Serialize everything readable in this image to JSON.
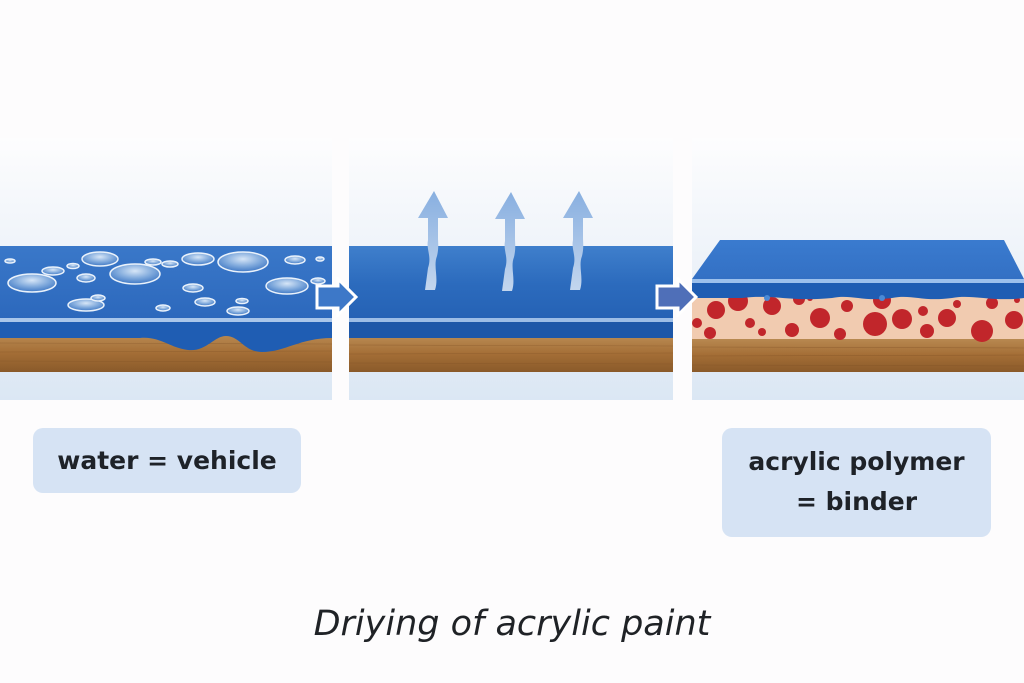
{
  "diagram": {
    "title": "Driying of acrylic paint",
    "stages": [
      {
        "id": "wet",
        "description": "wet paint layer with water droplets on wooden substrate"
      },
      {
        "id": "evaporation",
        "description": "water evaporating upward from paint layer"
      },
      {
        "id": "dry",
        "description": "dried acrylic film over polymer-particle layer on wood"
      }
    ],
    "labels": {
      "vehicle": "water = vehicle",
      "binder_line1": "acrylic polymer",
      "binder_line2": "= binder"
    },
    "colors": {
      "paint_blue": "#2f6fc4",
      "paint_dark": "#1d57a8",
      "wood": "#a8743c",
      "binder_particle": "#c1262b",
      "binder_bg": "#f1cbb0",
      "label_bg": "#d6e3f4",
      "vapor_arrow": "#8fb4e0"
    }
  }
}
